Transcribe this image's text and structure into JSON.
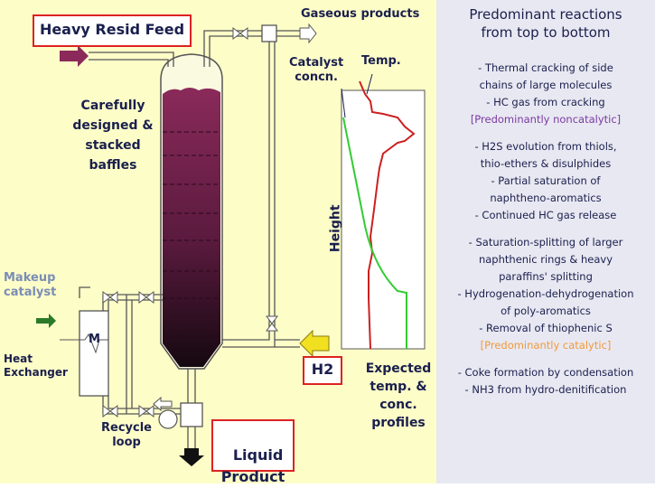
{
  "labels": {
    "feed": "Heavy Resid Feed",
    "gaseous": "Gaseous products",
    "catalyst_concn": "Catalyst\nconcn.",
    "temp": "Temp.",
    "baffles": "Carefully\ndesigned &\nstacked\nbaffles",
    "height": "Height",
    "makeup": "Makeup\ncatalyst",
    "heat_exchanger": "Heat\nExchanger",
    "h2": "H2",
    "expected": "Expected\ntemp. &\nconc.\nprofiles",
    "recycle": "Recycle\nloop",
    "liquid": "Liquid\nProduct",
    "hx_symbol": "M"
  },
  "reactions": {
    "title": "Predominant reactions\nfrom top to bottom",
    "lines": [
      {
        "text": "- Thermal cracking of side",
        "style": "normal"
      },
      {
        "text": "chains of large molecules",
        "style": "normal"
      },
      {
        "text": "- HC gas from cracking",
        "style": "normal"
      },
      {
        "text": "[Predominantly noncatalytic]",
        "style": "purple"
      },
      {
        "text": "",
        "style": "normal"
      },
      {
        "text": "- H2S evolution from thiols,",
        "style": "normal"
      },
      {
        "text": "thio-ethers & disulphides",
        "style": "normal"
      },
      {
        "text": "- Partial saturation of",
        "style": "normal"
      },
      {
        "text": "naphtheno-aromatics",
        "style": "normal"
      },
      {
        "text": "- Continued HC gas release",
        "style": "normal"
      },
      {
        "text": "",
        "style": "normal"
      },
      {
        "text": "- Saturation-splitting of larger",
        "style": "normal"
      },
      {
        "text": "naphthenic rings & heavy",
        "style": "normal"
      },
      {
        "text": "paraffins' splitting",
        "style": "normal"
      },
      {
        "text": "- Hydrogenation-dehydrogenation",
        "style": "normal"
      },
      {
        "text": "of poly-aromatics",
        "style": "normal"
      },
      {
        "text": "- Removal of thiophenic S",
        "style": "normal"
      },
      {
        "text": "[Predominantly catalytic]",
        "style": "orange"
      },
      {
        "text": "",
        "style": "normal"
      },
      {
        "text": "- Coke formation by condensation",
        "style": "normal"
      },
      {
        "text": "- NH3 from hydro-denitification",
        "style": "normal"
      }
    ]
  },
  "colors": {
    "label": "#1a1f4d",
    "box_border": "#dd2222",
    "temp_curve": "#cc2020",
    "catalyst_curve": "#33cc33",
    "feed_arrow": "#8b2a5a",
    "h2_arrow": "#f0e020",
    "makeup_arrow": "#2a7a2a",
    "reactor_top": "#8a2a5a",
    "reactor_bottom": "#1a0a12"
  }
}
